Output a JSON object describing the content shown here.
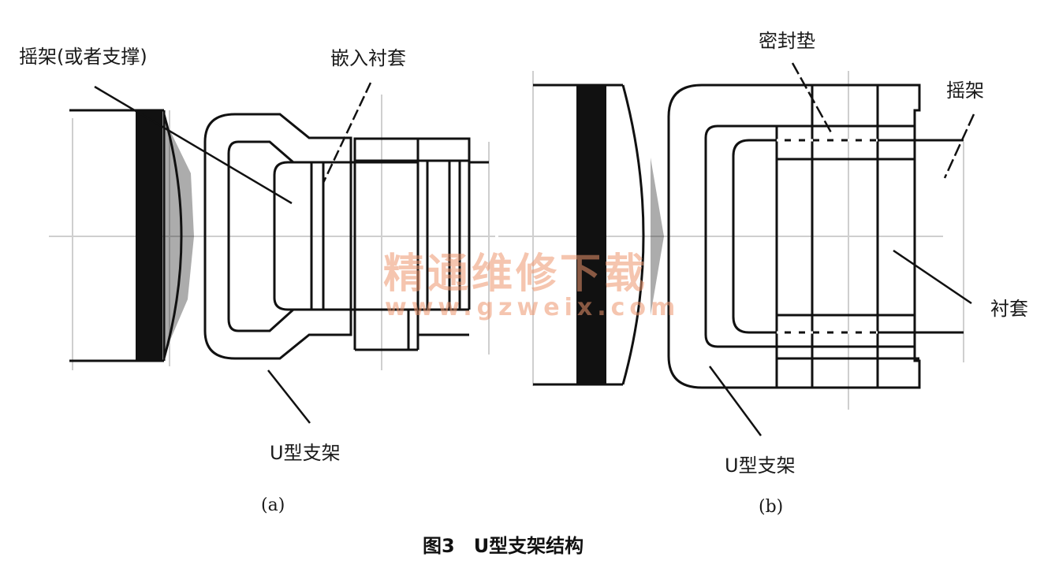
{
  "figure": {
    "caption": "图3　U型支架结构",
    "watermark_title": "精通维修下载",
    "watermark_url": "www.gzweix.com",
    "panel_a": {
      "sub_label": "(a)",
      "labels": {
        "rocker": "摇架(或者支撑)",
        "embedded_bushing": "嵌入衬套",
        "u_bracket": "U型支架"
      }
    },
    "panel_b": {
      "sub_label": "(b)",
      "labels": {
        "seal_gasket": "密封垫",
        "rocker": "摇架",
        "bushing": "衬套",
        "u_bracket": "U型支架"
      }
    },
    "colors": {
      "line": "#111111",
      "guide": "#c8c8c8",
      "watermark": "#ec966e"
    }
  }
}
